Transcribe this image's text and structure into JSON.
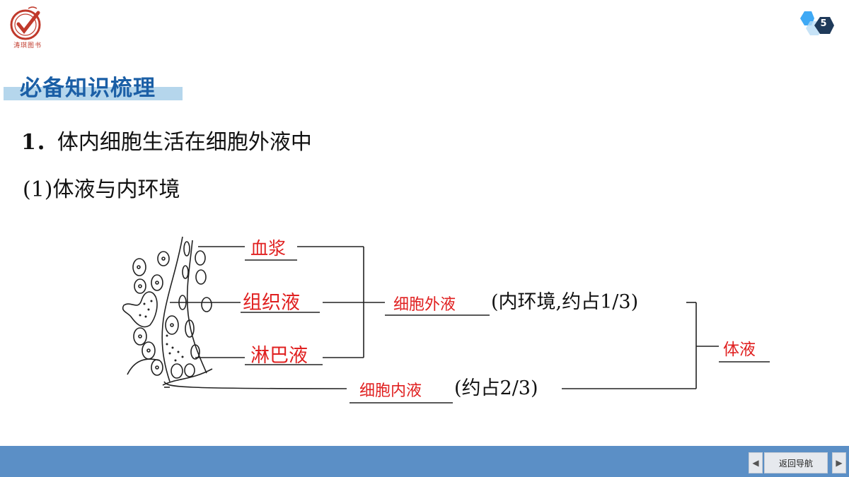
{
  "brand": {
    "name": "涛琪图书"
  },
  "page": {
    "number": "5"
  },
  "section": {
    "title": "必备知识梳理"
  },
  "content": {
    "heading1_num": "1．",
    "heading1_text": "体内细胞生活在细胞外液中",
    "heading2": "(1)体液与内环境"
  },
  "diagram": {
    "answer_plasma": "血浆",
    "answer_tissue_fluid": "组织液",
    "answer_lymph": "淋巴液",
    "answer_ecf": "细胞外液",
    "ecf_note": "(内环境,约占1/3)",
    "answer_icf": "细胞内液",
    "icf_note": "(约占2/3)",
    "answer_body_fluid": "体液",
    "answer_color": "#e02020",
    "line_color": "#222222"
  },
  "footer": {
    "back_label": "返回导航",
    "prev_icon": "triangle-left-icon",
    "next_icon": "triangle-right-icon"
  }
}
